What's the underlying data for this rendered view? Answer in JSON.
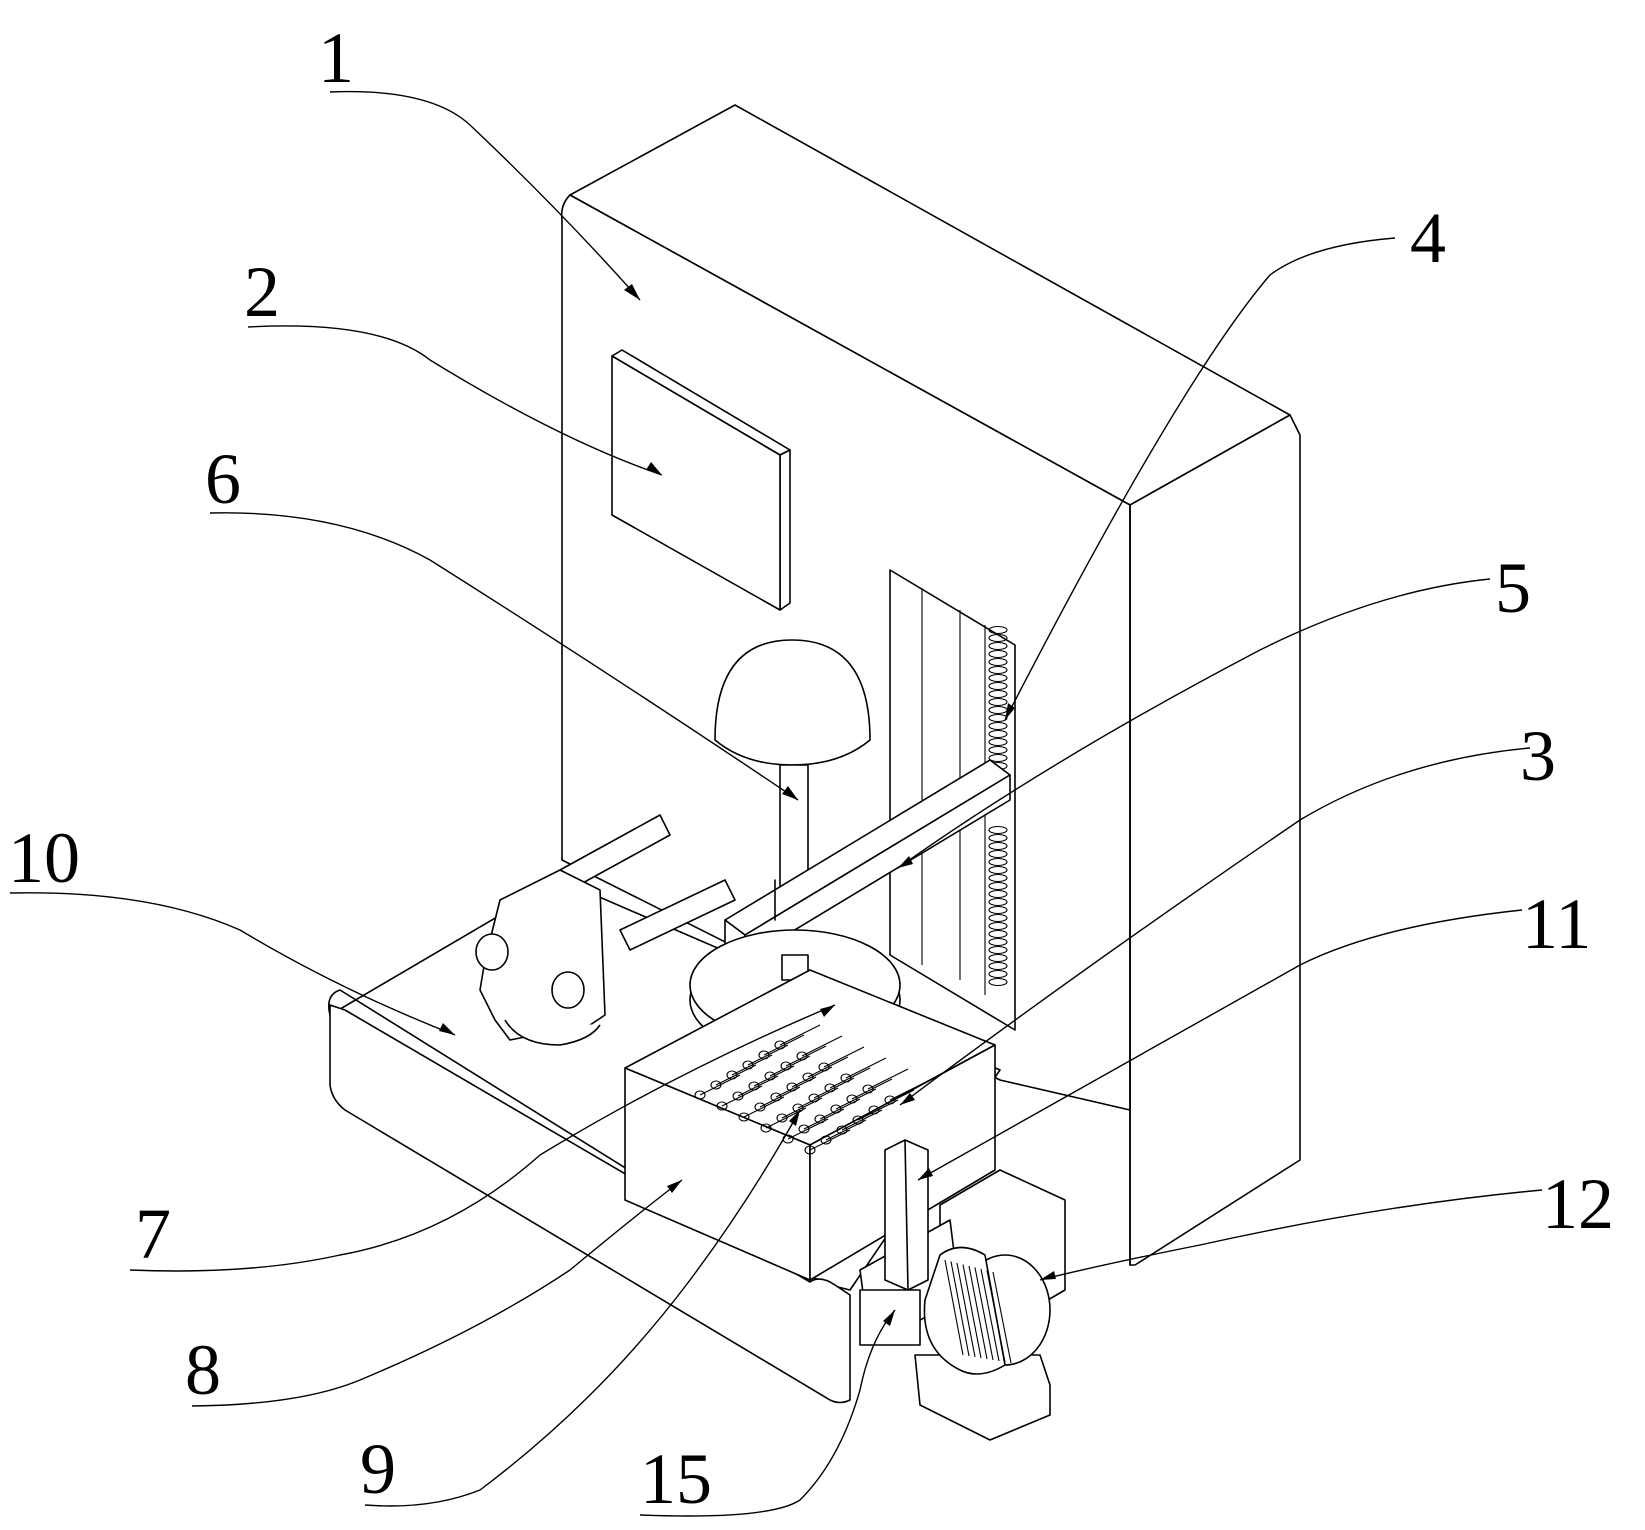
{
  "labels": [
    {
      "id": "1",
      "text": "1"
    },
    {
      "id": "2",
      "text": "2"
    },
    {
      "id": "3",
      "text": "3"
    },
    {
      "id": "4",
      "text": "4"
    },
    {
      "id": "5",
      "text": "5"
    },
    {
      "id": "6",
      "text": "6"
    },
    {
      "id": "7",
      "text": "7"
    },
    {
      "id": "8",
      "text": "8"
    },
    {
      "id": "9",
      "text": "9"
    },
    {
      "id": "10",
      "text": "10"
    },
    {
      "id": "11",
      "text": "11"
    },
    {
      "id": "12",
      "text": "12"
    },
    {
      "id": "15",
      "text": "15"
    }
  ]
}
